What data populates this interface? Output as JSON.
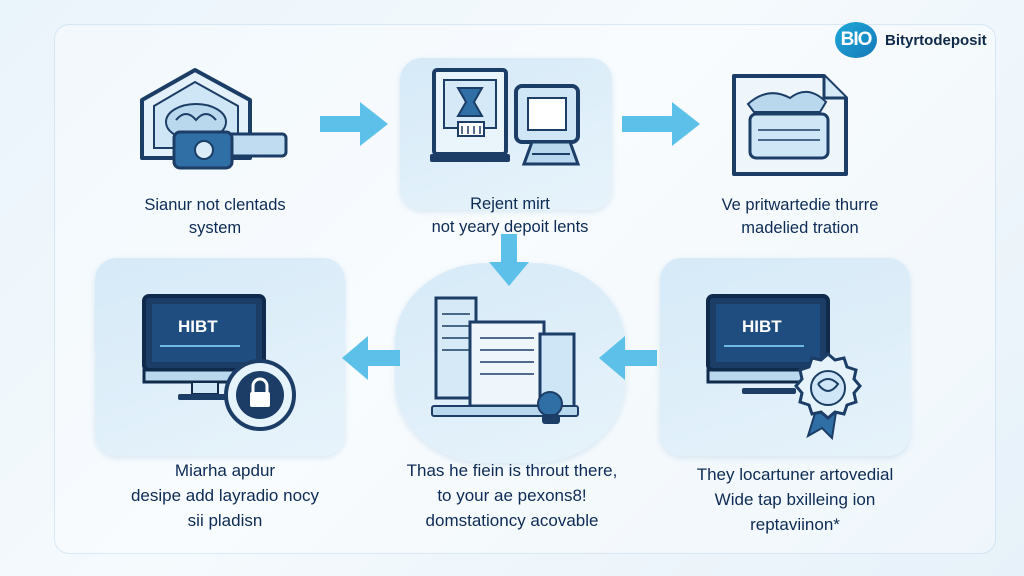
{
  "brand": {
    "logo_text": "BIO",
    "name": "Bityrtodeposit"
  },
  "steps": [
    {
      "lines": [
        "Sianur not clentads",
        "system"
      ]
    },
    {
      "lines": [
        "Rejent mirt",
        "not yeary depoit lents"
      ]
    },
    {
      "lines": [
        "Ve pritwartedie thurre",
        "madelied tration"
      ]
    },
    {
      "lines": [
        "Miarha apdur",
        "desipe add layradio nocy",
        "sii pladisn"
      ],
      "screen_label": "HIBT"
    },
    {
      "lines": [
        "Thas he fiein is throut there,",
        "to your ae pexons8!",
        "domstationcy acovable"
      ]
    },
    {
      "lines": [
        "They locartuner artovedial",
        "Wide tap bxilleing ion",
        "reptaviinon*"
      ],
      "screen_label": "HIBT"
    }
  ],
  "colors": {
    "navy": "#1c3d66",
    "accent": "#5cc0e8",
    "panel": "#d4e8f6"
  },
  "icons": [
    "vault-house-icon",
    "printer-computer-icon",
    "document-stack-icon",
    "monitor-lock-icon",
    "server-building-icon",
    "monitor-badge-icon",
    "arrow-icon"
  ]
}
